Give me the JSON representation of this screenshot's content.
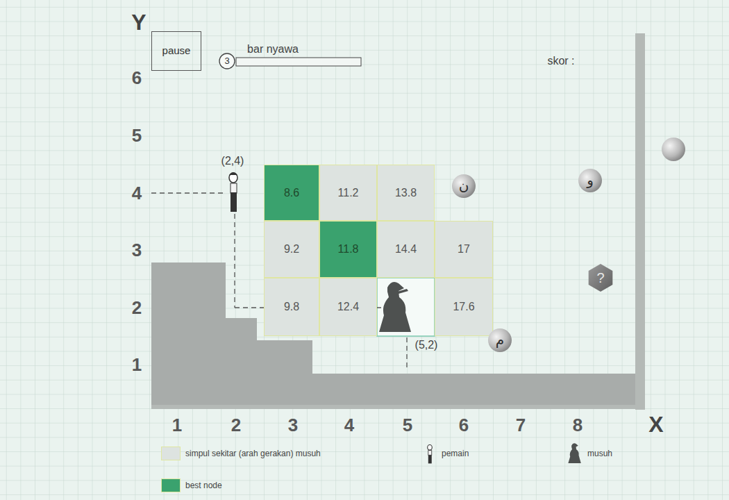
{
  "diagram": {
    "nodes": [
      {
        "text": [
          "pause"
        ]
      },
      {
        "text": [
          "3"
        ]
      },
      {
        "text": [
          "8.6"
        ]
      },
      {
        "text": [
          "11.2"
        ]
      },
      {
        "text": [
          "13.8"
        ]
      },
      {
        "text": [
          "ن"
        ]
      },
      {
        "text": [
          "و"
        ]
      },
      {
        "text": [
          "9.2"
        ]
      },
      {
        "text": [
          "11.8"
        ]
      },
      {
        "text": [
          "14.4"
        ]
      },
      {
        "text": [
          "17"
        ]
      },
      {
        "text": [
          "?"
        ]
      },
      {
        "text": [
          "9.8"
        ]
      },
      {
        "text": [
          "12.4"
        ]
      },
      {
        "text": [
          "17.6"
        ]
      },
      {
        "text": [
          "م"
        ]
      }
    ],
    "labels": [
      "Y",
      "bar nyawa",
      "skor :",
      "6",
      "5",
      "(2,4)",
      "4",
      "3",
      "2",
      "1",
      "(5,2)",
      "1",
      "2",
      "3",
      "4",
      "5",
      "6",
      "7",
      "8",
      "X"
    ],
    "legend": [
      {
        "text": "simpul sekitar (arah gerakan) musuh",
        "color": "#dde3e0"
      },
      {
        "text": "pemain"
      },
      {
        "text": "musuh"
      },
      {
        "text": "best node",
        "color": "#3aa26e"
      }
    ]
  }
}
